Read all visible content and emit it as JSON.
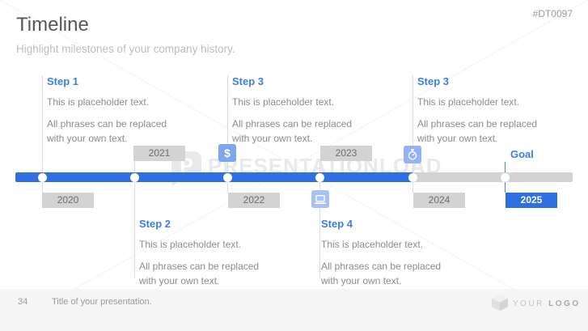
{
  "slide": {
    "code": "#DT0097",
    "title": "Timeline",
    "subtitle": "Highlight milestones of your company history.",
    "watermark_text": "PRESENTATIONLOAD",
    "watermark_logo_letter": "P"
  },
  "timeline": {
    "goal_label": "Goal",
    "years": [
      {
        "label": "2020",
        "position": "below",
        "style": "gray"
      },
      {
        "label": "2021",
        "position": "above",
        "style": "gray"
      },
      {
        "label": "2022",
        "position": "below",
        "style": "gray"
      },
      {
        "label": "2023",
        "position": "above",
        "style": "gray"
      },
      {
        "label": "2024",
        "position": "below",
        "style": "gray"
      },
      {
        "label": "2025",
        "position": "below",
        "style": "blue"
      }
    ],
    "icons": {
      "dollar_glyph": "$",
      "names": [
        "dollar-icon",
        "laptop-icon",
        "stopwatch-icon"
      ]
    }
  },
  "steps": [
    {
      "title": "Step 1",
      "line1": "This is placeholder text.",
      "line2": "All phrases can be replaced",
      "line3": "with your own text."
    },
    {
      "title": "Step 3",
      "line1": "This is placeholder text.",
      "line2": "All phrases can be replaced",
      "line3": "with your own text."
    },
    {
      "title": "Step 3",
      "line1": "This is placeholder text.",
      "line2": "All phrases can be replaced",
      "line3": "with your own text."
    },
    {
      "title": "Step 2",
      "line1": "This is placeholder text.",
      "line2": "All phrases can be replaced",
      "line3": "with your own text."
    },
    {
      "title": "Step 4",
      "line1": "This is placeholder text.",
      "line2": "All phrases can be replaced",
      "line3": "with your own text."
    }
  ],
  "footer": {
    "page_number": "34",
    "presentation_title": "Title of your presentation.",
    "logo_word_light": "YOUR",
    "logo_word_bold": "LOGO"
  },
  "colors": {
    "accent_blue": "#2f6fe4",
    "step_title_blue": "#3d7de2",
    "bar_gray": "#d3d3d3",
    "icon_blue_dark": "#7fa5ef",
    "icon_blue_mid": "#93b3f3",
    "icon_blue_light": "#a6c1f6"
  }
}
